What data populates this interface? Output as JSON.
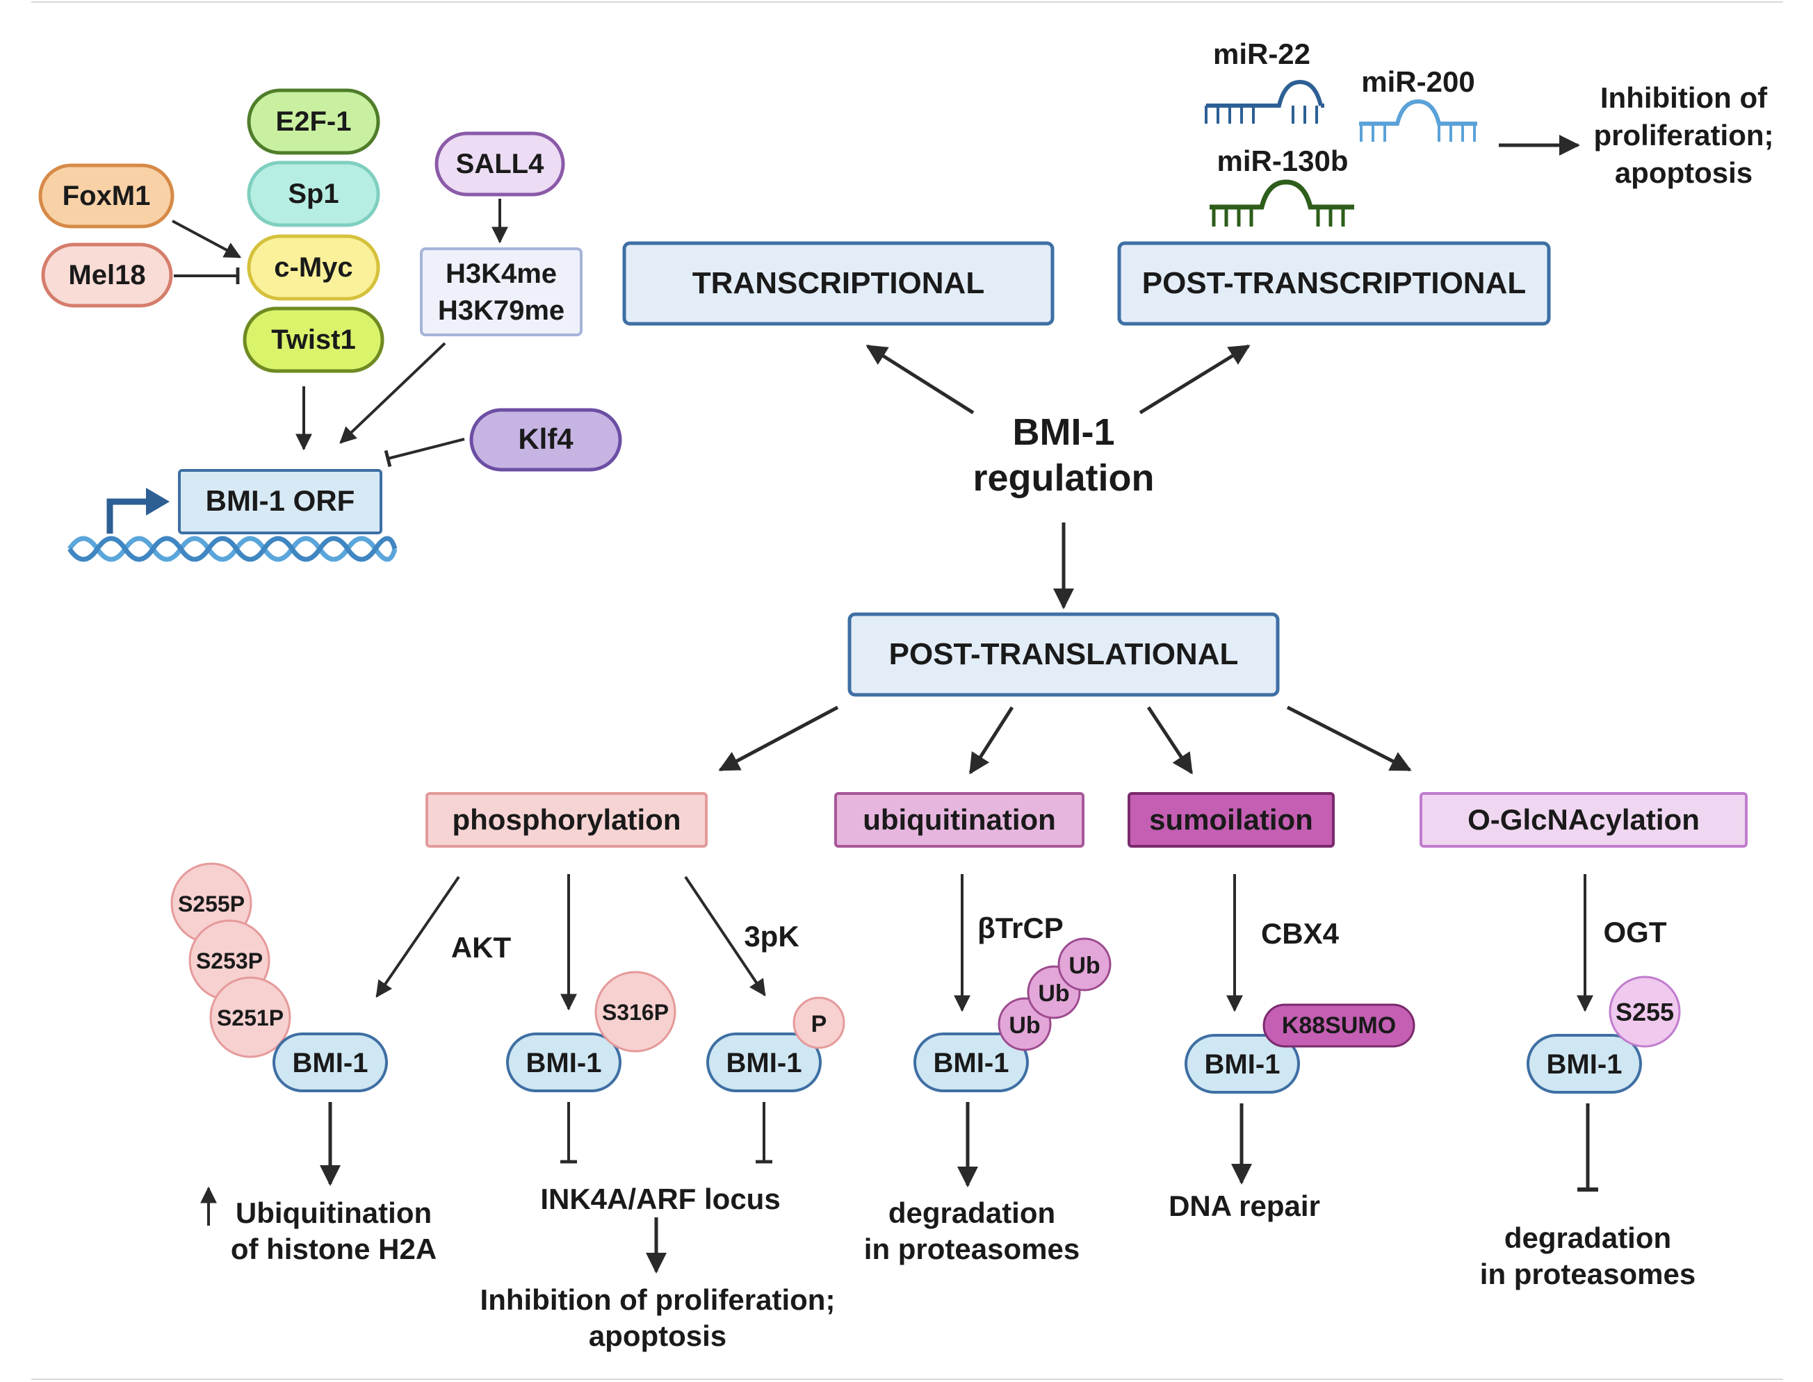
{
  "center": {
    "line1": "BMI-1",
    "line2": "regulation"
  },
  "sections": {
    "transcriptional": "TRANSCRIPTIONAL",
    "post_transcriptional": "POST-TRANSCRIPTIONAL",
    "post_translational": "POST-TRANSLATIONAL"
  },
  "transcription_factors": {
    "e2f1": "E2F-1",
    "sp1": "Sp1",
    "cmyc": "c-Myc",
    "twist1": "Twist1",
    "foxm1": "FoxM1",
    "mel18": "Mel18",
    "sall4": "SALL4",
    "h3k4me": "H3K4me",
    "h3k79me": "H3K79me",
    "klf4": "Klf4",
    "bmi1_orf": "BMI-1 ORF"
  },
  "mirnas": {
    "mir22": "miR-22",
    "mir200": "miR-200",
    "mir130b": "miR-130b",
    "outcome_line1": "Inhibition of",
    "outcome_line2": "proliferation;",
    "outcome_line3": "apoptosis"
  },
  "modifications": {
    "phosphorylation": "phosphorylation",
    "ubiquitination": "ubiquitination",
    "sumoilation": "sumoilation",
    "oglcnacylation": "O-GlcNAcylation"
  },
  "enzymes": {
    "akt": "AKT",
    "pk3": "3pK",
    "btrcp": "βTrCP",
    "cbx4": "CBX4",
    "ogt": "OGT"
  },
  "protein": "BMI-1",
  "sites": {
    "s255p": "S255P",
    "s253p": "S253P",
    "s251p": "S251P",
    "s316p": "S316P",
    "p": "P",
    "ub": "Ub",
    "k88sumo": "K88SUMO",
    "s255": "S255"
  },
  "outcomes": {
    "ub_h2a_line1": "Ubiquitination",
    "ub_h2a_line2": "of histone H2A",
    "ink4a": "INK4A/ARF locus",
    "inhib_line1": "Inhibition of proliferation;",
    "inhib_line2": "apoptosis",
    "degr_line1": "degradation",
    "degr_line2": "in proteasomes",
    "dna_repair": "DNA repair",
    "degr2_line1": "degradation",
    "degr2_line2": "in proteasomes"
  },
  "colors": {
    "box_fill": "#e3edf8",
    "box_stroke": "#3e6fa3",
    "bmi_fill": "#cfe6f3",
    "pink": "#f7d4d4",
    "pink_stroke": "#e39a9a",
    "purple_light": "#e8b7df",
    "purple_mid": "#d47ec6",
    "purple_dark": "#b24aa3",
    "mir_dark_blue": "#2d5f94",
    "mir_light_blue": "#5aa2d8",
    "mir_green": "#2d5e1a"
  }
}
